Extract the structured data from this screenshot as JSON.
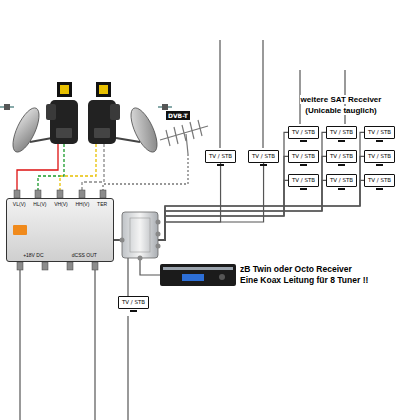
{
  "diagram": {
    "nodes": [
      {
        "text": [
          "TV / STB"
        ]
      },
      {
        "text": [
          "TV / STB"
        ]
      },
      {
        "text": [
          "TV / STB"
        ]
      },
      {
        "text": [
          "TV / STB"
        ]
      },
      {
        "text": [
          "TV / STB"
        ]
      },
      {
        "text": [
          "TV / STB"
        ]
      },
      {
        "text": [
          "TV / STB"
        ]
      },
      {
        "text": [
          "TV / STB"
        ]
      },
      {
        "text": [
          "TV / STB"
        ]
      },
      {
        "text": [
          "TV / STB"
        ]
      },
      {
        "text": [
          "TV / STB"
        ]
      },
      {
        "text": [
          "VL(V)",
          "HL(V)",
          "VH(V)",
          "HH(V)",
          "TER",
          "+18V DC",
          "dCSS OUT"
        ]
      },
      {
        "text": [
          "zB Twin oder Octo Receiver",
          "Eine Koax Leitung für 8 Tuner !!"
        ]
      },
      {
        "text": [
          "TV / STB"
        ]
      }
    ],
    "edges": [
      {
        "from": 11,
        "to": 0,
        "arrow": "none"
      },
      {
        "from": 11,
        "to": 1,
        "arrow": "none"
      },
      {
        "from": 11,
        "to": 2,
        "arrow": "none"
      },
      {
        "from": 11,
        "to": 3,
        "arrow": "none"
      },
      {
        "from": 11,
        "to": 4,
        "arrow": "none"
      },
      {
        "from": 11,
        "to": 5,
        "arrow": "none"
      },
      {
        "from": 11,
        "to": 6,
        "arrow": "none"
      },
      {
        "from": 11,
        "to": 7,
        "arrow": "none"
      },
      {
        "from": 11,
        "to": 8,
        "arrow": "none"
      },
      {
        "from": 11,
        "to": 9,
        "arrow": "none"
      },
      {
        "from": 11,
        "to": 10,
        "arrow": "none"
      },
      {
        "from": 11,
        "to": 12,
        "arrow": "none"
      },
      {
        "from": 11,
        "to": 13,
        "arrow": "none"
      }
    ],
    "labels": [
      "DVB-T",
      "weitere SAT Receiver",
      "(Unicable tauglich)"
    ]
  }
}
